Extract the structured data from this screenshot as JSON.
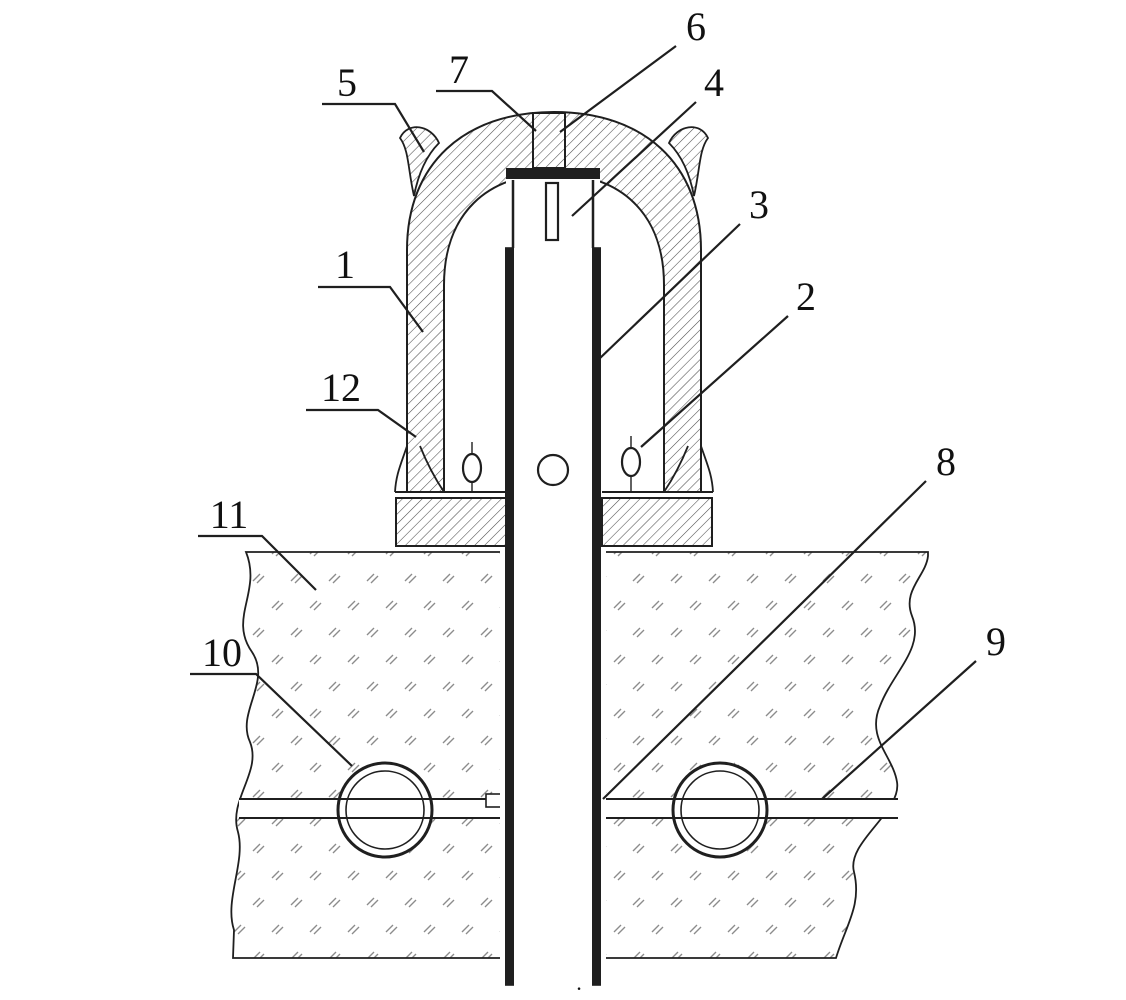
{
  "figure": {
    "kind": "patent cross-section drawing",
    "description": "Bell-shaped cap over a vertical tube passing through hatched ground with two buried pipes"
  },
  "colors": {
    "line": "#1f1f1f",
    "hatch": "#4f4f4f",
    "soil_mark": "#8c8c8c",
    "background": "#ffffff"
  },
  "callouts": {
    "c1": "1",
    "c2": "2",
    "c3": "3",
    "c4": "4",
    "c5": "5",
    "c6": "6",
    "c7": "7",
    "c8": "8",
    "c9": "9",
    "c10": "10",
    "c11": "11",
    "c12": "12"
  },
  "footer_mark": "·"
}
